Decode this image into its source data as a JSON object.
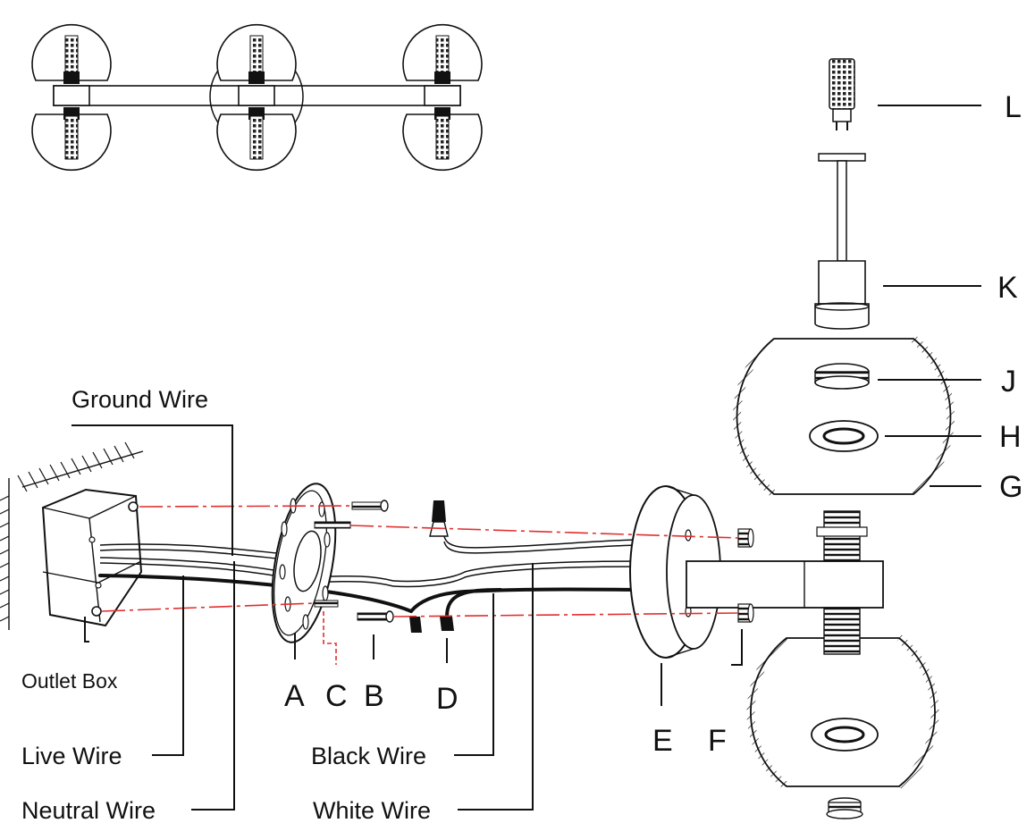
{
  "labels": {
    "ground_wire": "Ground Wire",
    "outlet_box": "Outlet Box",
    "live_wire": "Live Wire",
    "neutral_wire": "Neutral Wire",
    "black_wire": "Black Wire",
    "white_wire": "White Wire",
    "A": "A",
    "B": "B",
    "C": "C",
    "D": "D",
    "E": "E",
    "F": "F",
    "G": "G",
    "H": "H",
    "J": "J",
    "K": "K",
    "L": "L"
  },
  "colors": {
    "line": "#111111",
    "alignment_line": "#e03030",
    "background": "#ffffff"
  }
}
